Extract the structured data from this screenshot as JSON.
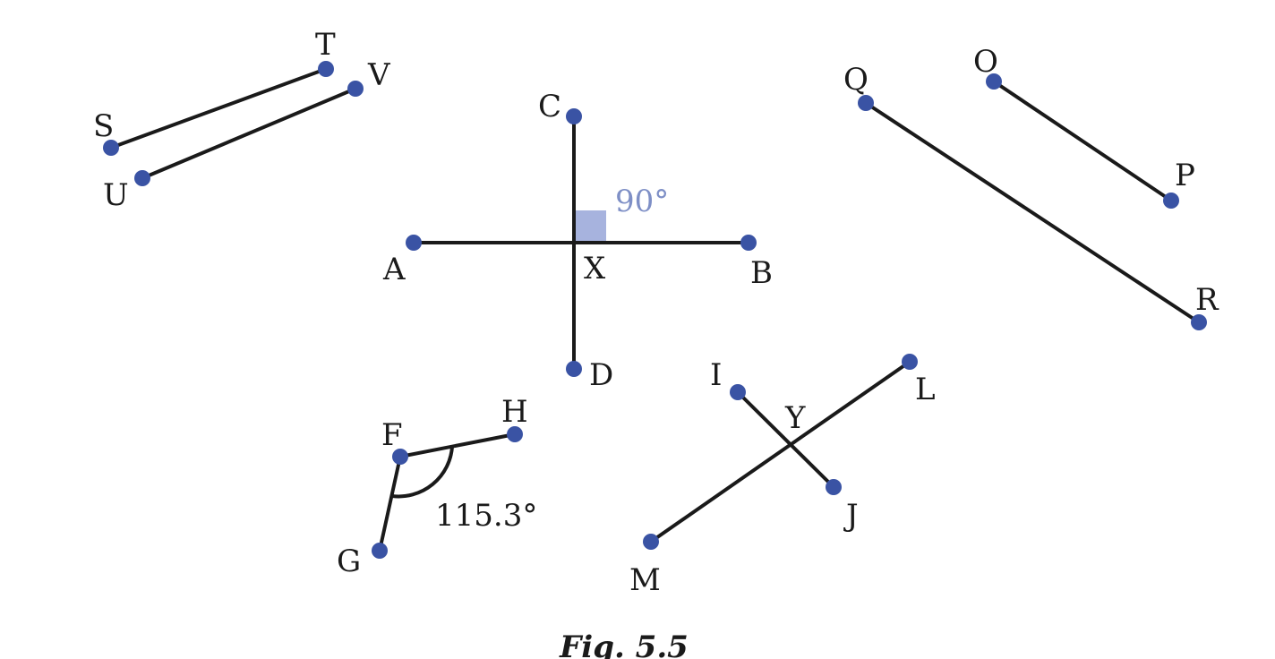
{
  "colors": {
    "point": "#3a53a4",
    "line": "#1a1a1a",
    "right_angle_marker": "#a7b3de",
    "right_angle_text": "#7e8fc6",
    "angle_text": "#1a1a1a"
  },
  "points": {
    "S": "S",
    "T": "T",
    "U": "U",
    "V": "V",
    "C": "C",
    "A": "A",
    "B": "B",
    "D": "D",
    "X": "X",
    "Q": "Q",
    "O": "O",
    "P": "P",
    "R": "R",
    "F": "F",
    "H": "H",
    "G": "G",
    "I": "I",
    "J": "J",
    "L": "L",
    "M": "M",
    "Y": "Y"
  },
  "angles": {
    "right_angle": "90°",
    "fgh_angle": "115.3°"
  },
  "caption": "Fig. 5.5"
}
